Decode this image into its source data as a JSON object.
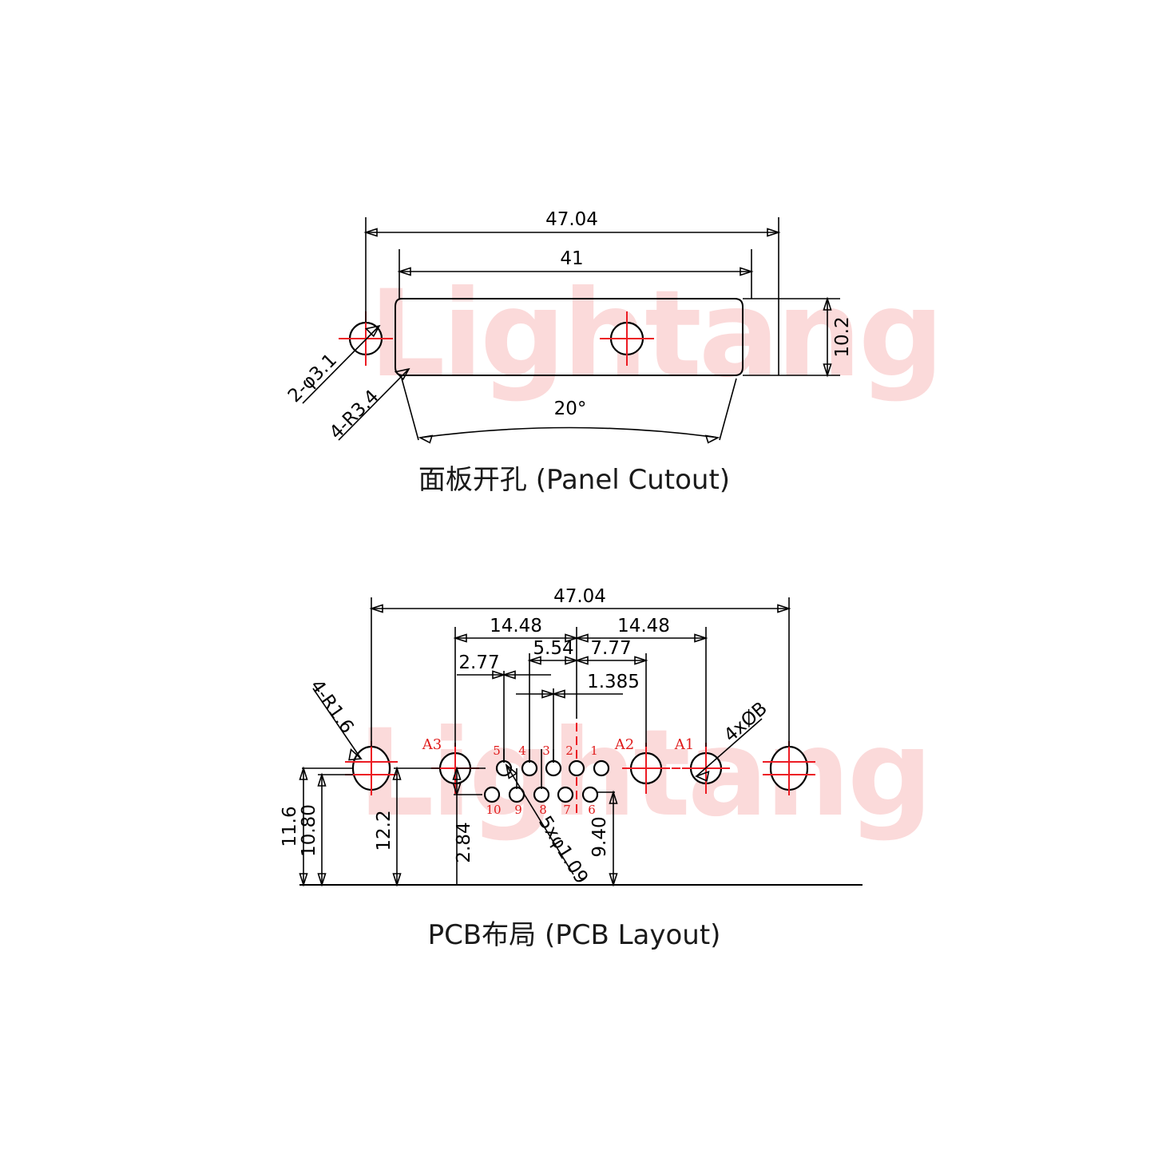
{
  "document": {
    "type": "engineering-drawing",
    "watermark_text": "Lightang",
    "watermark_color": "#fbdada",
    "line_color": "#000000",
    "centerline_color": "#ec1c24"
  },
  "panel_cutout": {
    "title": "面板开孔 (Panel Cutout)",
    "dimensions": {
      "overall_width": "47.04",
      "cutout_width": "41",
      "cutout_height": "10.2",
      "chamfer_angle": "20°",
      "hole_callout": "2-φ3.1",
      "radius_callout": "4-R3.4"
    }
  },
  "pcb_layout": {
    "title": "PCB布局 (PCB Layout)",
    "dimensions": {
      "overall_width": "47.04",
      "left_half": "14.48",
      "right_half": "14.48",
      "d_5_54": "5.54",
      "d_7_77": "7.77",
      "d_2_77": "2.77",
      "d_1_385": "1.385",
      "v_11_6": "11.6",
      "v_10_80": "10.80",
      "v_12_2": "12.2",
      "v_2_84": "2.84",
      "v_9_40": "9.40",
      "radius_callout": "4-R1.6",
      "pin_hole_callout": "5xφ1.09",
      "coax_hole_callout": "4xØB"
    },
    "signal_pins_top": [
      "5",
      "4",
      "3",
      "2",
      "1"
    ],
    "signal_pins_bottom": [
      "10",
      "9",
      "8",
      "7",
      "6"
    ],
    "coax_pins": [
      "A3",
      "A2",
      "A1"
    ]
  }
}
